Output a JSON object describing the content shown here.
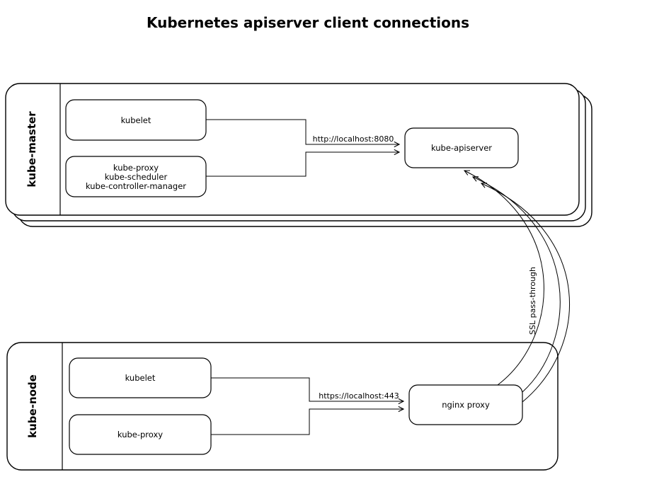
{
  "title": "Kubernetes apiserver client connections",
  "colors": {
    "line": "#000000",
    "background": "#ffffff"
  },
  "master_group": {
    "label": "kube-master",
    "nodes": {
      "kubelet": "kubelet",
      "proxy_stack": [
        "kube-proxy",
        "kube-scheduler",
        "kube-controller-manager"
      ],
      "apiserver": "kube-apiserver"
    },
    "edge_label": "http://localhost:8080"
  },
  "node_group": {
    "label": "kube-node",
    "nodes": {
      "kubelet": "kubelet",
      "kube_proxy": "kube-proxy",
      "nginx_proxy": "nginx proxy"
    },
    "edge_label": "https://localhost:443"
  },
  "ssl_edge_label": "SSL pass-through"
}
